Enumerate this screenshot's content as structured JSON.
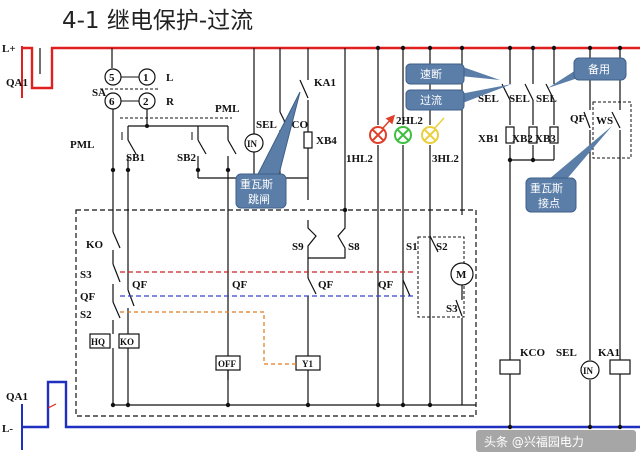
{
  "title": "4-1  继电保护-过流",
  "colors": {
    "positive_bus": "#e02020",
    "negative_bus": "#1f2fbf",
    "wire": "#111111",
    "dashed_red": "#cc2222",
    "dashed_blue": "#3344cc",
    "dashed_orange": "#e07a20",
    "bubble": "#5b7ea8",
    "lamp_red": "#e0402a",
    "lamp_green": "#3fbf3f",
    "lamp_yellow": "#e8d040"
  },
  "buses": {
    "positive": "L+",
    "negative": "L-"
  },
  "labels": {
    "qa1_top": "QA1",
    "qa1_bottom": "QA1",
    "sa": "SA",
    "pml_left": "PML",
    "pml_mid": "PML",
    "sb1": "SB1",
    "sb2": "SB2",
    "sel1": "SEL",
    "kco_top": "KCO",
    "ka1_top": "KA1",
    "xb4": "XB4",
    "hl1": "1HL2",
    "hl2": "2HL2",
    "hl3": "3HL2",
    "sel_r1": "SEL",
    "sel_r2": "SEL",
    "sel_r3": "SEL",
    "xb1": "XB1",
    "xb2": "XB2",
    "xb3": "XB3",
    "qf_r": "QF",
    "ws": "WS",
    "ko": "KO",
    "s3_l": "S3",
    "qf_l": "QF",
    "s2_l": "S2",
    "qf_a": "QF",
    "qf_b": "QF",
    "qf_c": "QF",
    "qf_d": "QF",
    "s9": "S9",
    "s8": "S8",
    "s1": "S1",
    "s2_r": "S2",
    "s3_r": "S3",
    "motor": "M",
    "hq": "HQ",
    "ko_coil": "KO",
    "off": "OFF",
    "y1": "Y1",
    "kco_bot": "KCO",
    "sel_bot": "SEL",
    "ka1_bot": "KA1",
    "in1": "IN",
    "in2": "IN",
    "knob5": "5",
    "knob1": "1",
    "knob6": "6",
    "knob2": "2",
    "knob_l": "L",
    "knob_r": "R"
  },
  "callouts": {
    "gas_trip": [
      "重瓦斯",
      "跳闸"
    ],
    "quick_break": "速断",
    "overcurrent": "过流",
    "spare": "备用",
    "gas_contact": [
      "重瓦斯",
      "接点"
    ]
  },
  "watermark": "头条 @兴福园电力"
}
